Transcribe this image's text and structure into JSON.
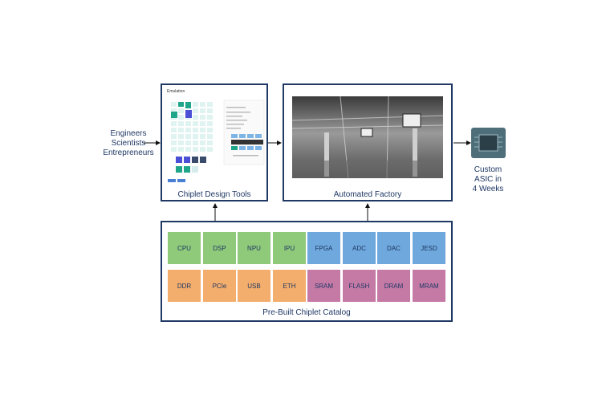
{
  "users": [
    "Engineers",
    "Scientists",
    "Entrepreneurs"
  ],
  "design_tools": {
    "label": "Chiplet Design Tools",
    "screenshot_title": "Emulation"
  },
  "factory": {
    "label": "Automated Factory"
  },
  "output": {
    "lines": [
      "Custom",
      "ASIC in",
      "4 Weeks"
    ]
  },
  "catalog": {
    "label": "Pre-Built Chiplet Catalog",
    "rows": [
      [
        {
          "name": "CPU",
          "color": "#8fc97a"
        },
        {
          "name": "DSP",
          "color": "#8fc97a"
        },
        {
          "name": "NPU",
          "color": "#8fc97a"
        },
        {
          "name": "IPU",
          "color": "#8fc97a"
        },
        {
          "name": "FPGA",
          "color": "#6ea8dc"
        },
        {
          "name": "ADC",
          "color": "#6ea8dc"
        },
        {
          "name": "DAC",
          "color": "#6ea8dc"
        },
        {
          "name": "JESD",
          "color": "#6ea8dc"
        }
      ],
      [
        {
          "name": "DDR",
          "color": "#f3ad6c"
        },
        {
          "name": "PCIe",
          "color": "#f3ad6c"
        },
        {
          "name": "USB",
          "color": "#f3ad6c"
        },
        {
          "name": "ETH",
          "color": "#f3ad6c"
        },
        {
          "name": "SRAM",
          "color": "#c57aa6"
        },
        {
          "name": "FLASH",
          "color": "#c57aa6"
        },
        {
          "name": "DRAM",
          "color": "#c57aa6"
        },
        {
          "name": "MRAM",
          "color": "#c57aa6"
        }
      ]
    ]
  },
  "colors": {
    "border": "#1f3864",
    "text": "#1f3864"
  }
}
